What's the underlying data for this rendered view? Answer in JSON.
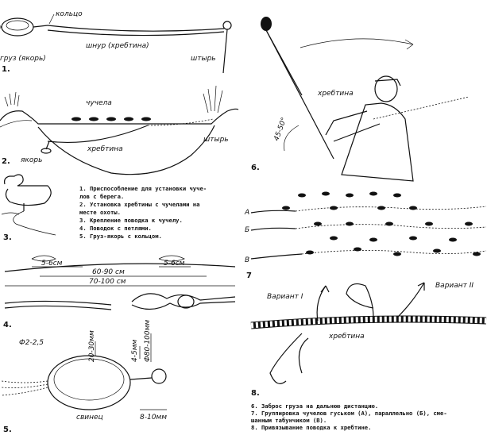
{
  "labels": {
    "ring": "кольцо",
    "weight": "груз (якорь)",
    "cord": "шнур (хребтина)",
    "stake": "штырь",
    "decoys": "чучела",
    "line": "хребтина",
    "anchor": "якорь",
    "stake2": "штырь",
    "len_a": "5-6см",
    "len_b": "5-6см",
    "len_mid": "60-90 см",
    "len_total": "70-100 см",
    "diam": "Ф2-2,5",
    "h1": "20-30мм",
    "h2": "Ф80-100мм",
    "h3": "4-5мм",
    "h4": "8-10мм",
    "lead": "свинец",
    "angle": "45-50°",
    "line6": "хребтина",
    "groupA": "А",
    "groupB": "Б",
    "groupV": "В",
    "var1": "Вариант I",
    "var2": "Вариант II",
    "line8": "хребтина"
  },
  "figure_numbers": [
    "1.",
    "2.",
    "3.",
    "4.",
    "5.",
    "6.",
    "7",
    "8."
  ],
  "captions_left": [
    "1. Приспособление для установки чуче-",
    "   лов с берега.",
    "2. Установка хребтины с чучелами на",
    "   месте охоты.",
    "3. Крепление поводка к чучелу.",
    "4. Поводок с петлями.",
    "5. Груз-якорь с кольцом."
  ],
  "captions_right": [
    "6. Заброс груза на дальнюю дистанцию.",
    "7. Группировка чучелов гуськом (А), параллельно (Б), сме-",
    "   шанным табунчиком (В).",
    "8. Привязывание поводка к хребтине."
  ]
}
